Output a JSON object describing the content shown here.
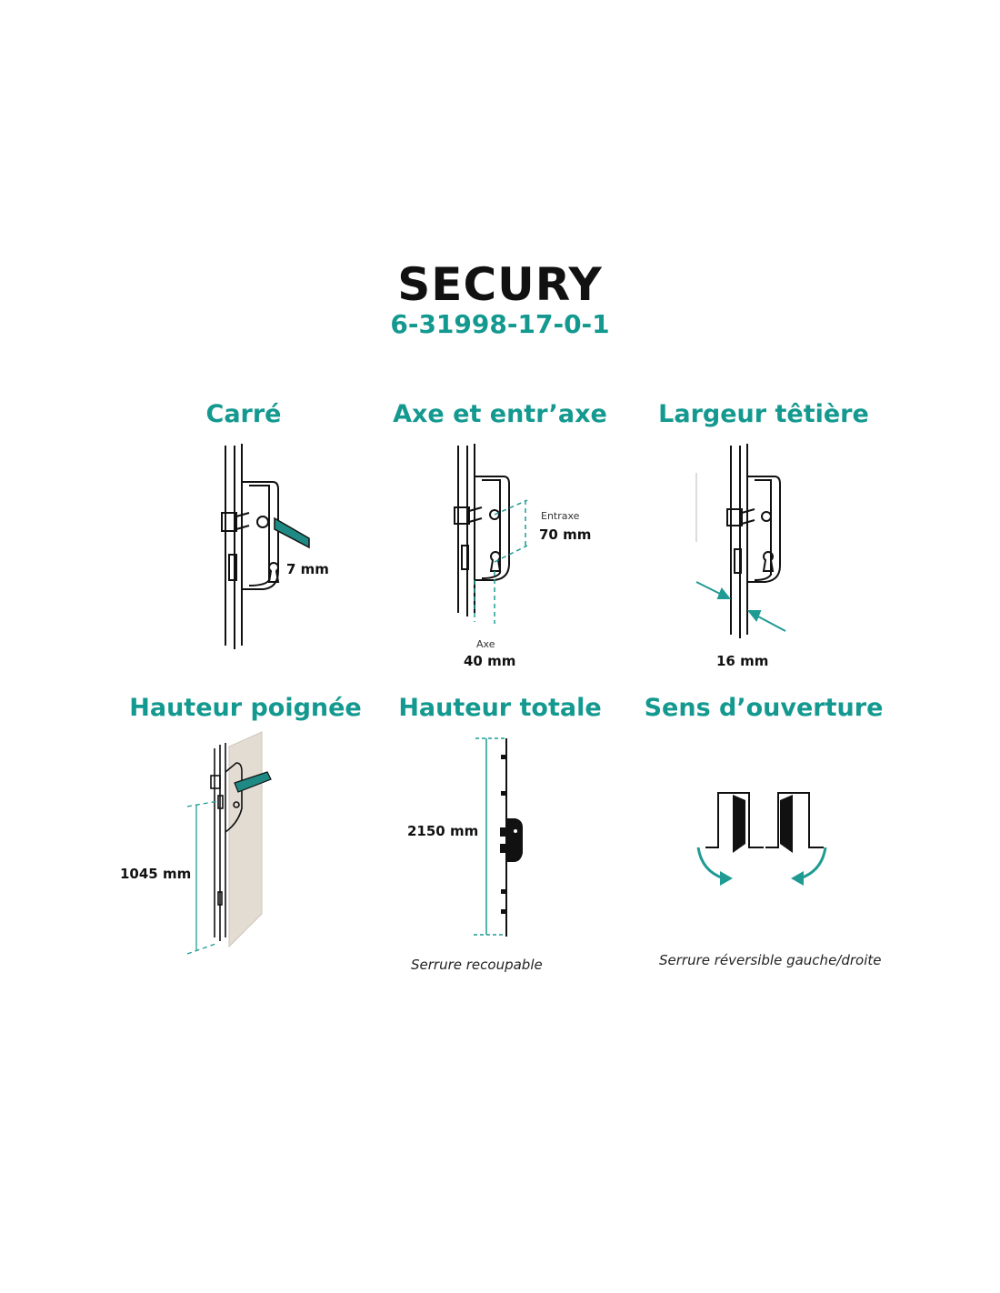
{
  "header": {
    "title": "SECURY",
    "reference": "6-31998-17-0-1"
  },
  "colors": {
    "accent": "#13998f",
    "ink": "#111111",
    "door_panel": "#e2dcd3"
  },
  "sections": {
    "carre": {
      "title": "Carré",
      "value": "7 mm"
    },
    "axe": {
      "title": "Axe et entr’axe",
      "entraxe_label": "Entraxe",
      "entraxe_value": "70 mm",
      "axe_label": "Axe",
      "axe_value": "40 mm"
    },
    "largeur": {
      "title": "Largeur têtière",
      "value": "16 mm"
    },
    "hauteur_poignee": {
      "title": "Hauteur poignée",
      "value": "1045 mm"
    },
    "hauteur_totale": {
      "title": "Hauteur totale",
      "value": "2150 mm",
      "note": "Serrure recoupable"
    },
    "sens": {
      "title": "Sens d’ouverture",
      "note": "Serrure réversible gauche/droite"
    }
  }
}
